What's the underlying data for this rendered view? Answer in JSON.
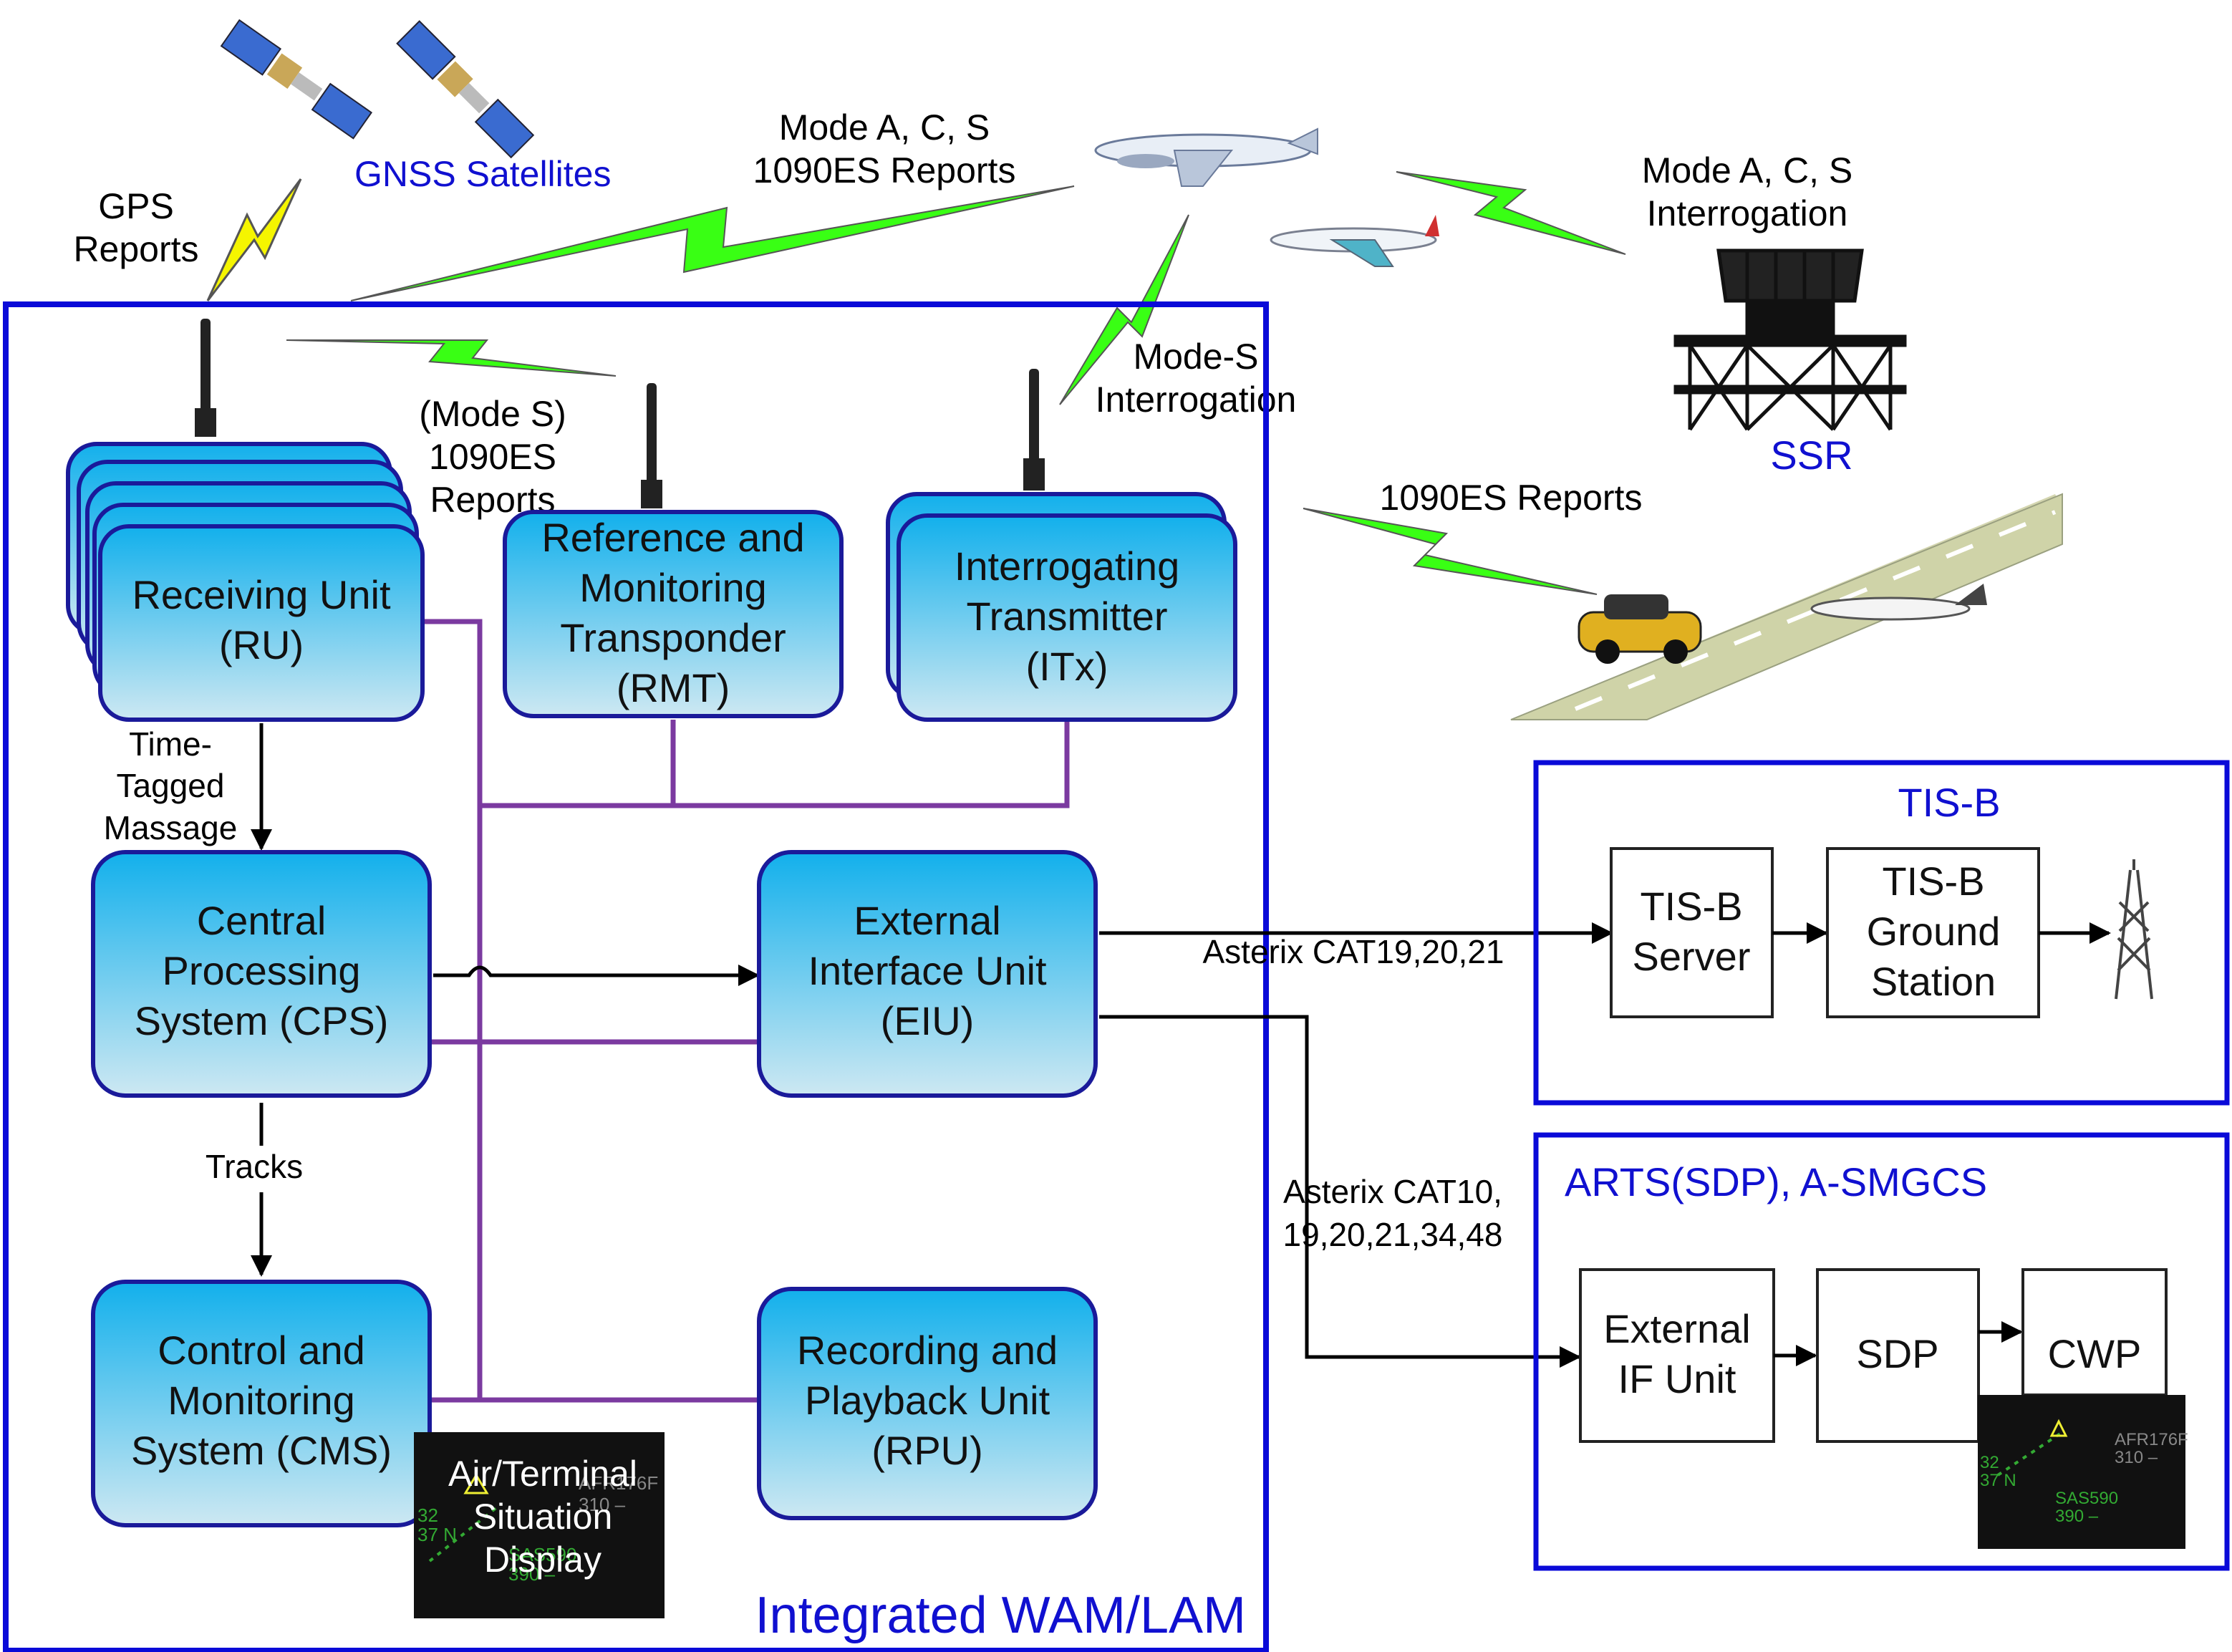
{
  "colors": {
    "system_border": "#0a0ad8",
    "box_fill_top": "#13b2ec",
    "box_fill_bottom": "#c7e6f2",
    "box_border": "#1a1a9a",
    "bus_line": "#7b3aa0",
    "wireless_bolt": "#39ff14",
    "gps_bolt": "#f5f500",
    "label_blue": "#1010d0"
  },
  "external_labels": {
    "gnss": "GNSS Satellites",
    "gps_reports": [
      "GPS",
      "Reports"
    ],
    "mode_acs_reports": [
      "Mode A, C, S",
      "1090ES Reports"
    ],
    "mode_acs_interrogation": [
      "Mode A, C, S",
      "Interrogation"
    ],
    "ssr": "SSR",
    "es_reports": "1090ES Reports",
    "mode_s_interrogation": [
      "Mode-S",
      "Interrogation"
    ],
    "mode_s_1090es": [
      "(Mode S)",
      "1090ES",
      "Reports"
    ]
  },
  "system": {
    "title": "Integrated WAM/LAM",
    "ru": [
      "Receiving Unit",
      "(RU)"
    ],
    "rmt": [
      "Reference and",
      "Monitoring",
      "Transponder",
      "(RMT)"
    ],
    "itx": [
      "Interrogating",
      "Transmitter",
      "(ITx)"
    ],
    "cps": [
      "Central",
      "Processing",
      "System (CPS)"
    ],
    "eiu": [
      "External",
      "Interface Unit",
      "(EIU)"
    ],
    "cms": [
      "Control and",
      "Monitoring",
      "System (CMS)"
    ],
    "rpu": [
      "Recording and",
      "Playback Unit",
      "(RPU)"
    ],
    "time_tagged": [
      "Time-",
      "Tagged",
      "Massage"
    ],
    "tracks": "Tracks",
    "display": [
      "Air/Terminal",
      "Situation",
      "Display"
    ]
  },
  "links": {
    "asterix_tisb": "Asterix CAT19,20,21",
    "asterix_arts": [
      "Asterix CAT10,",
      "19,20,21,34,48"
    ]
  },
  "tisb": {
    "title": "TIS-B",
    "server": [
      "TIS-B",
      "Server"
    ],
    "ground": [
      "TIS-B",
      "Ground",
      "Station"
    ]
  },
  "arts": {
    "title": "ARTS(SDP), A-SMGCS",
    "ext_if": [
      "External",
      "IF Unit"
    ],
    "sdp": "SDP",
    "cwp": "CWP"
  },
  "radar_screen": {
    "callsign_1": "AFR176F",
    "alt_1": "310 –",
    "callsign_2": "SAS590",
    "alt_2": "390 –",
    "left_1": "32",
    "left_2": "37 N"
  },
  "icons": [
    "satellite-icon",
    "antenna-icon",
    "airplane-icon",
    "radar-icon",
    "runway-icon",
    "car-icon",
    "tower-icon",
    "radar-screen-icon"
  ]
}
